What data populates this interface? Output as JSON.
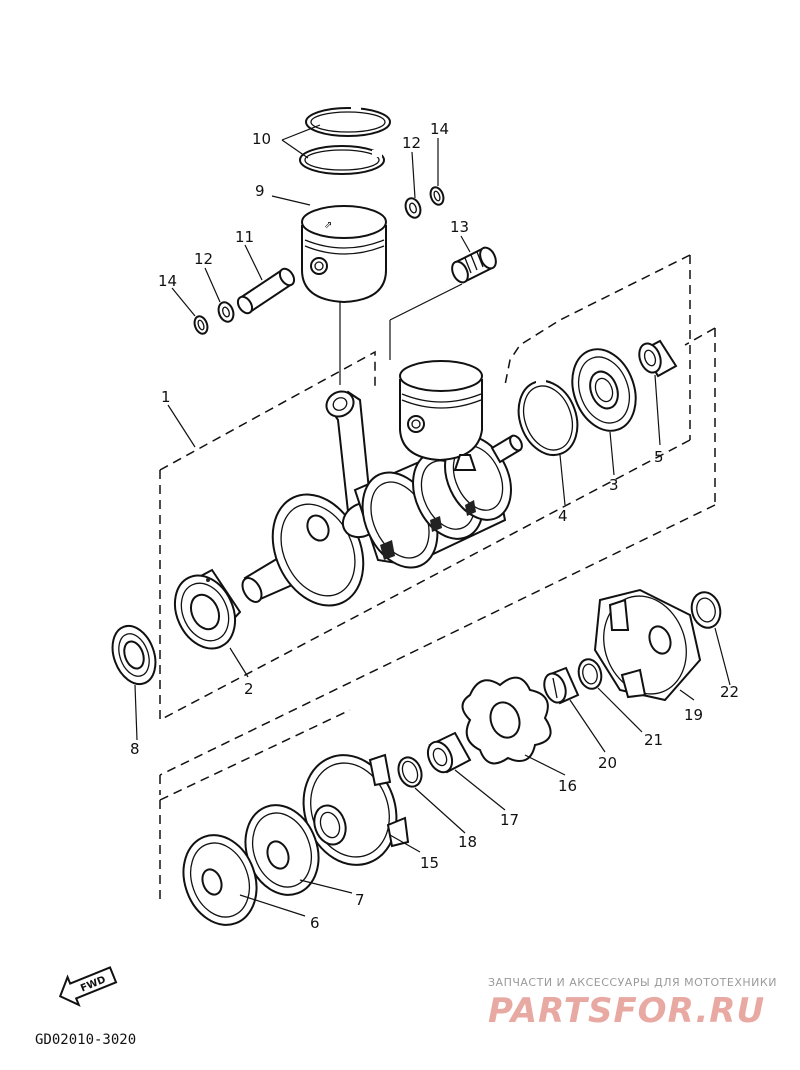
{
  "diagram_code": "GD02010-3020",
  "fwd_label": "FWD",
  "watermark": {
    "tagline": "ЗАПЧАСТИ И АКСЕССУАРЫ ДЛЯ МОТОТЕХНИКИ",
    "brand": "PARTSFOR.RU",
    "color": "#e8a9a3"
  },
  "callouts": {
    "c1": "1",
    "c2": "2",
    "c3": "3",
    "c4": "4",
    "c5": "5",
    "c6": "6",
    "c7": "7",
    "c8": "8",
    "c9": "9",
    "c10": "10",
    "c11": "11",
    "c12a": "12",
    "c12b": "12",
    "c13": "13",
    "c14a": "14",
    "c14b": "14",
    "c15": "15",
    "c16": "16",
    "c17": "17",
    "c18": "18",
    "c19": "19",
    "c20": "20",
    "c21": "21",
    "c22": "22"
  }
}
